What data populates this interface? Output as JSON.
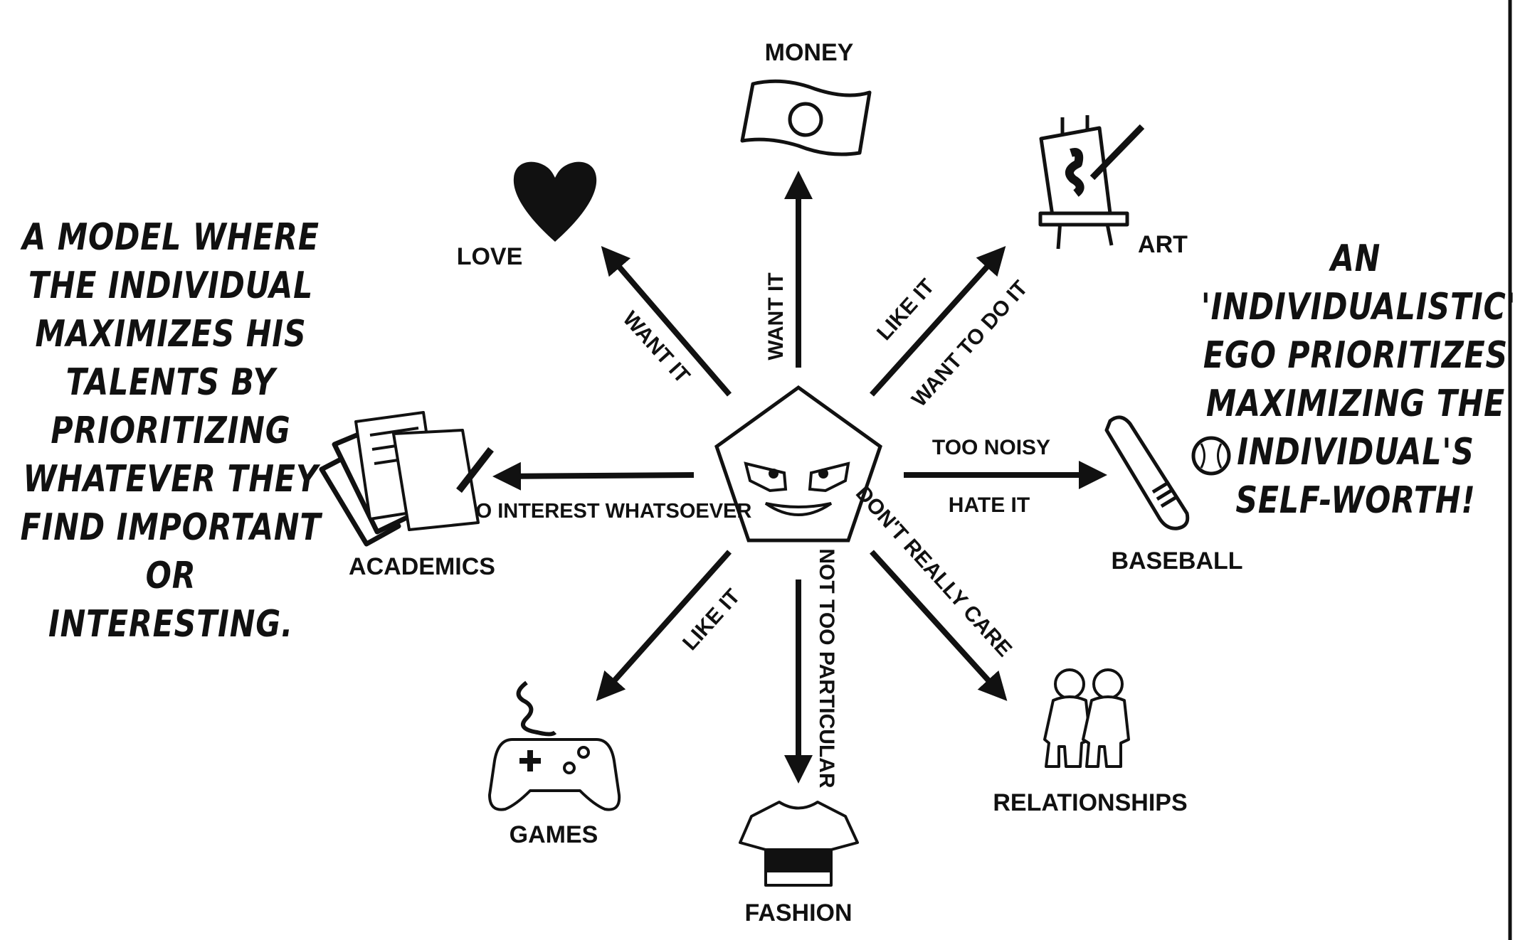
{
  "left_caption": [
    "A MODEL WHERE",
    "THE INDIVIDUAL",
    "MAXIMIZES HIS",
    "TALENTS BY",
    "PRIORITIZING",
    "WHATEVER THEY",
    "FIND IMPORTANT",
    "OR INTERESTING."
  ],
  "right_caption": [
    "AN",
    "'INDIVIDUALISTIC'",
    "EGO PRIORITIZES",
    "MAXIMIZING THE",
    "INDIVIDUAL'S",
    "SELF-WORTH!"
  ],
  "nodes": {
    "money": "MONEY",
    "love": "LOVE",
    "art": "ART",
    "academics": "ACADEMICS",
    "baseball": "BASEBALL",
    "games": "GAMES",
    "fashion": "FASHION",
    "relationships": "RELATIONSHIPS"
  },
  "arrow_labels": {
    "money": "WANT IT",
    "love": "WANT IT",
    "art_1": "LIKE IT",
    "art_2": "WANT TO DO IT",
    "academics": "NO INTEREST WHATSOEVER",
    "baseball_1": "TOO NOISY",
    "baseball_2": "HATE IT",
    "games": "LIKE IT",
    "fashion": "NOT TOO PARTICULAR",
    "relationships": "DON'T REALLY CARE"
  },
  "icons": [
    "pentagon-face-icon",
    "money-flag-icon",
    "heart-icon",
    "easel-icon",
    "papers-icon",
    "baseball-bat-icon",
    "game-controller-icon",
    "shirt-icon",
    "people-icon"
  ]
}
